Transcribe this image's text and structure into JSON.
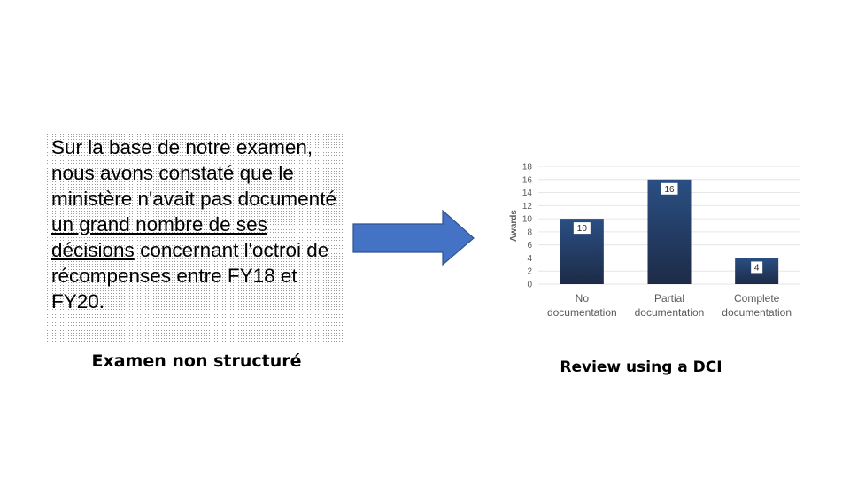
{
  "left_panel": {
    "text_before": "Sur la base de notre examen, nous avons constaté que le ministère n'avait pas documenté ",
    "text_underlined": "un grand nombre de ses décisions",
    "text_after": " concernant l'octroi de récompenses entre FY18 et FY20.",
    "caption": "Examen non structuré"
  },
  "right_panel": {
    "caption": "Review using a DCI"
  },
  "colors": {
    "arrow_fill": "#4472c4",
    "arrow_stroke": "#2f528f",
    "bar_top": "#2a4f83",
    "bar_bottom": "#1d2b47",
    "grid": "#e6e6e6"
  },
  "chart_data": {
    "type": "bar",
    "categories": [
      "No documentation",
      "Partial documentation",
      "Complete documentation"
    ],
    "category_lines": [
      [
        "No",
        "documentation"
      ],
      [
        "Partial",
        "documentation"
      ],
      [
        "Complete",
        "documentation"
      ]
    ],
    "values": [
      10,
      16,
      4
    ],
    "data_labels": [
      "10",
      "16",
      "4"
    ],
    "title": "",
    "xlabel": "",
    "ylabel": "Awards",
    "ylim": [
      0,
      18
    ],
    "yticks": [
      0,
      2,
      4,
      6,
      8,
      10,
      12,
      14,
      16,
      18
    ],
    "grid": true,
    "legend": "none"
  }
}
